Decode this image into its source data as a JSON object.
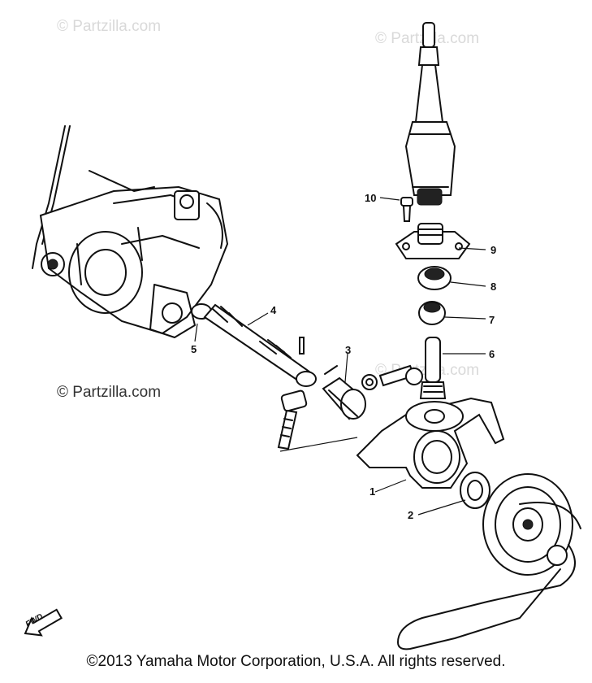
{
  "watermarks": {
    "top_left": "© Partzilla.com",
    "top_right": "© Partzilla.com",
    "mid_left": "© Partzilla.com",
    "mid_right": "© Partzilla.com"
  },
  "parts": [
    {
      "id": "1",
      "label": "1"
    },
    {
      "id": "2",
      "label": "2"
    },
    {
      "id": "3",
      "label": "3"
    },
    {
      "id": "4",
      "label": "4"
    },
    {
      "id": "5",
      "label": "5"
    },
    {
      "id": "6",
      "label": "6"
    },
    {
      "id": "7",
      "label": "7"
    },
    {
      "id": "8",
      "label": "8"
    },
    {
      "id": "9",
      "label": "9"
    },
    {
      "id": "10",
      "label": "10"
    }
  ],
  "direction_badge": "FWD",
  "footer": "©2013  Yamaha Motor Corporation, U.S.A. All rights reserved."
}
